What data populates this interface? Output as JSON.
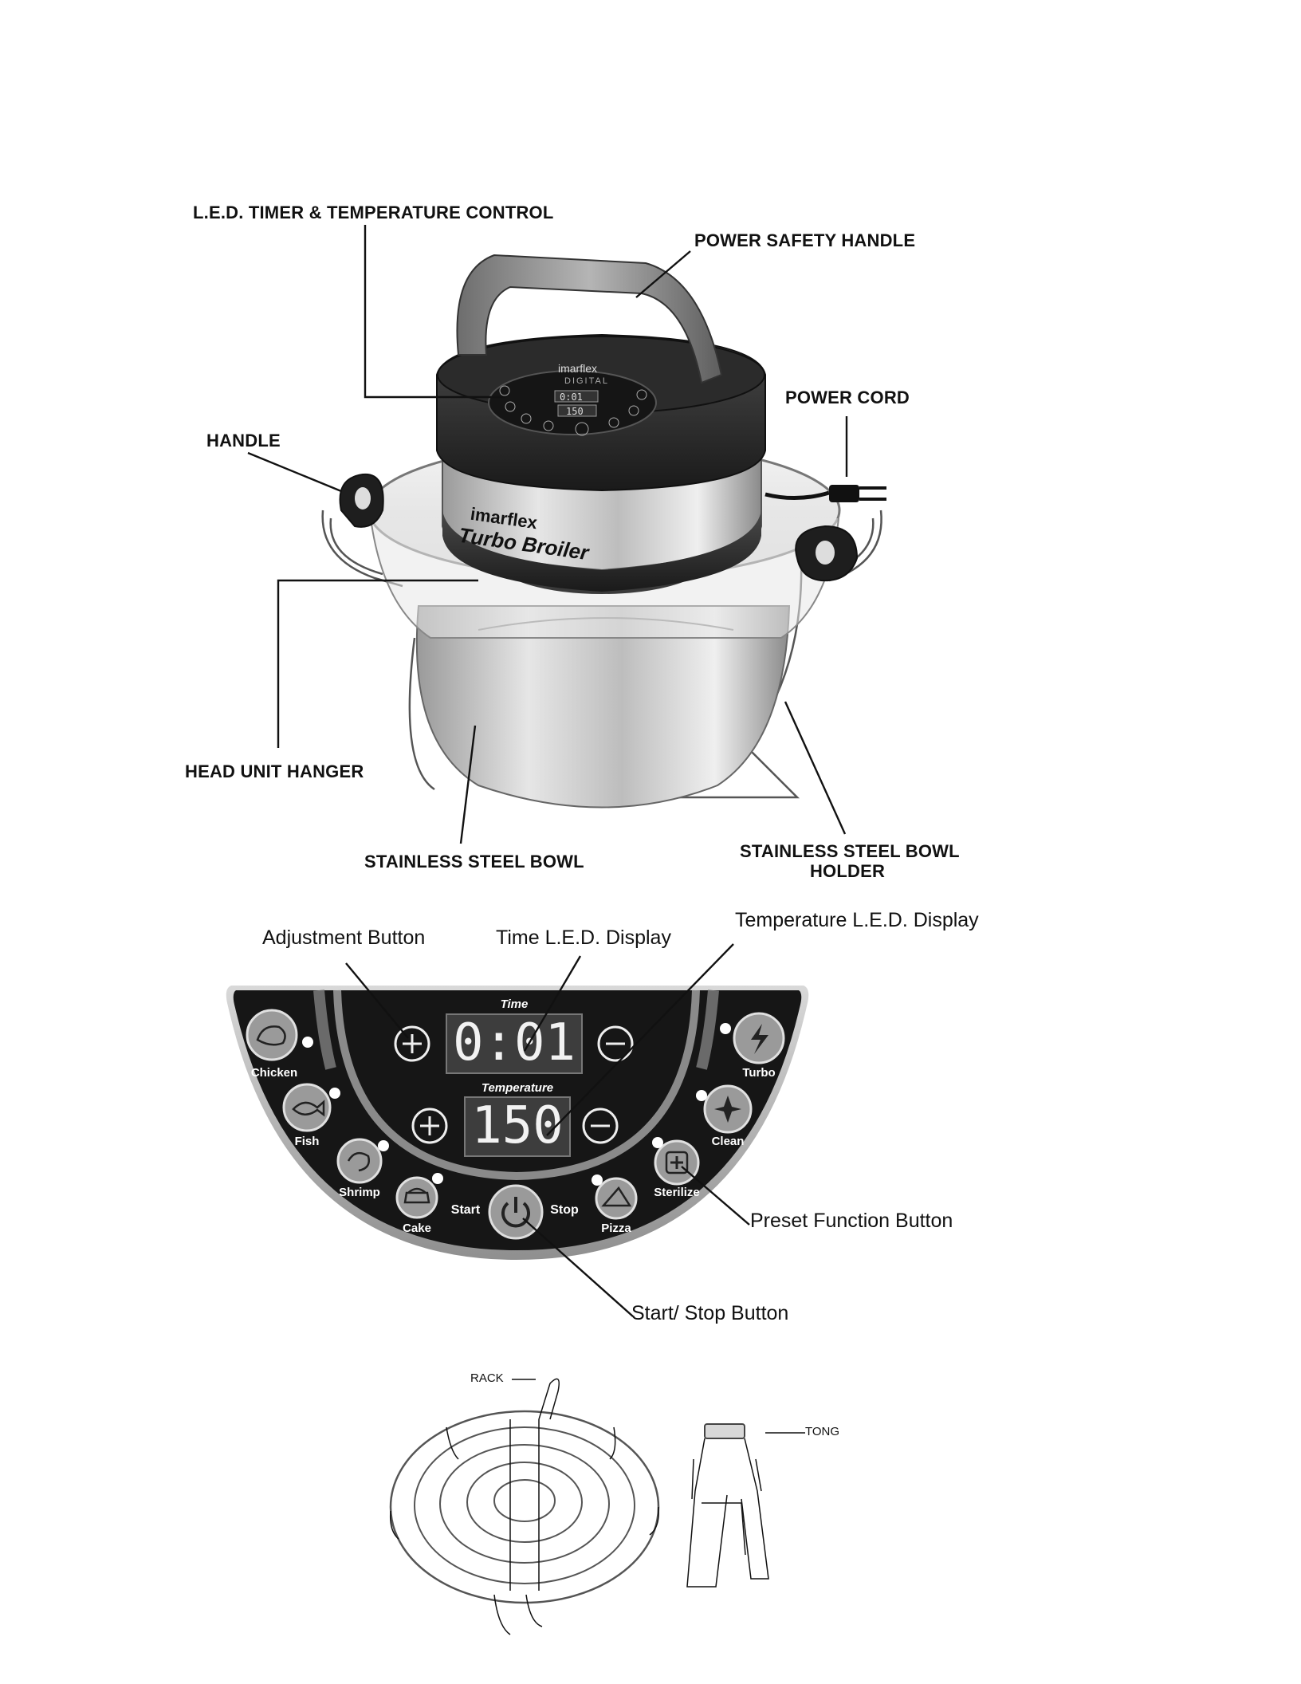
{
  "product": {
    "brand": "imarflex",
    "model": "Turbo Broiler",
    "lid_brand": "imarflex",
    "lid_model": "DIGITAL"
  },
  "part_labels": {
    "led_control": "L.E.D. TIMER & TEMPERATURE CONTROL",
    "power_safety_handle": "POWER SAFETY HANDLE",
    "power_cord": "POWER CORD",
    "handle": "HANDLE",
    "head_unit_hanger": "HEAD UNIT HANGER",
    "stainless_steel_bowl": "STAINLESS STEEL BOWL",
    "bowl_holder_line1": "STAINLESS STEEL BOWL",
    "bowl_holder_line2": "HOLDER"
  },
  "panel_labels": {
    "adjustment_button": "Adjustment Button",
    "time_display": "Time L.E.D. Display",
    "temperature_display": "Temperature L.E.D. Display",
    "preset_function_button": "Preset Function Button",
    "start_stop_button": "Start/ Stop Button"
  },
  "control_panel": {
    "time_title": "Time",
    "time_value": "0:01",
    "temperature_title": "Temperature",
    "temperature_value": "150",
    "start": "Start",
    "stop": "Stop",
    "presets_left": [
      "Chicken",
      "Fish",
      "Shrimp",
      "Cake"
    ],
    "presets_right": [
      "Turbo",
      "Clean",
      "Sterilize",
      "Pizza"
    ]
  },
  "accessory_labels": {
    "rack": "RACK",
    "tong": "TONG"
  }
}
